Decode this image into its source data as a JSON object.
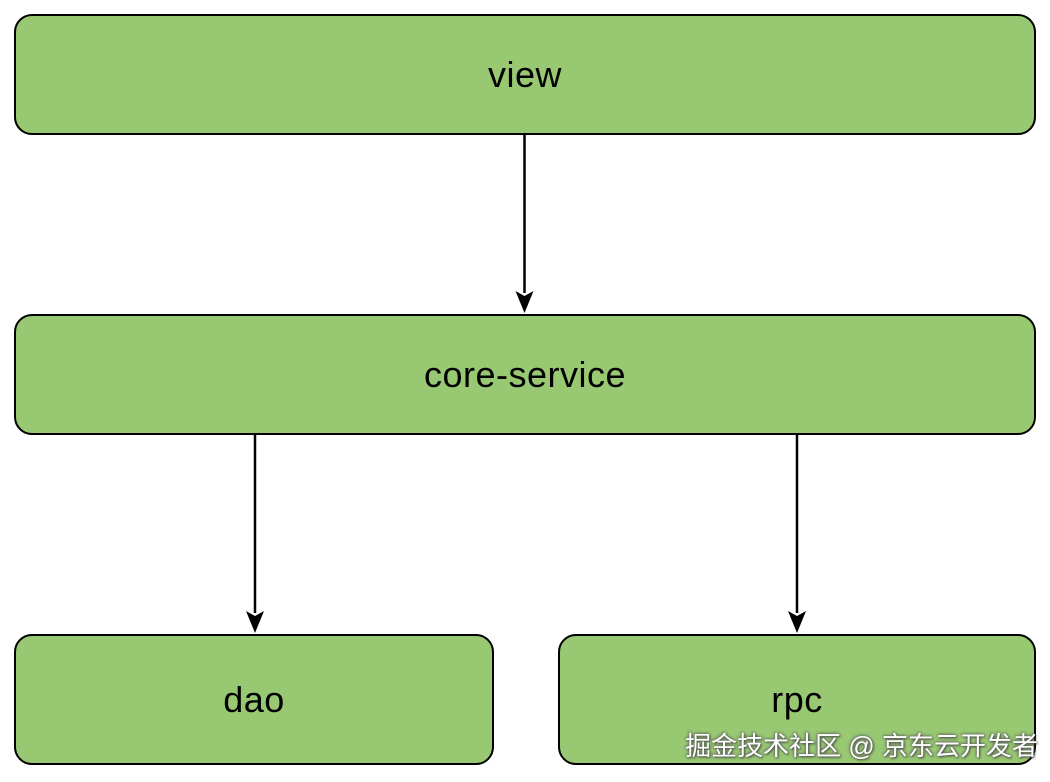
{
  "diagram": {
    "nodes": [
      {
        "id": "view",
        "label": "view"
      },
      {
        "id": "core-service",
        "label": "core-service"
      },
      {
        "id": "dao",
        "label": "dao"
      },
      {
        "id": "rpc",
        "label": "rpc"
      }
    ],
    "edges": [
      {
        "from": "view",
        "to": "core-service"
      },
      {
        "from": "core-service",
        "to": "dao"
      },
      {
        "from": "core-service",
        "to": "rpc"
      }
    ],
    "colors": {
      "node_fill": "#98c872",
      "node_border": "#000000",
      "edge": "#000000",
      "label": "#000000"
    }
  },
  "watermark": {
    "text": "掘金技术社区 @ 京东云开发者",
    "color": "#ffffff"
  }
}
